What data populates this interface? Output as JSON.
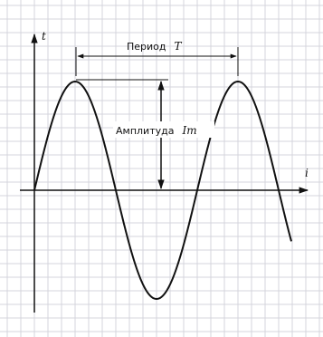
{
  "axes": {
    "vertical_label": "t",
    "horizontal_label": "i"
  },
  "annotations": {
    "period_label": "Период",
    "period_symbol": "T",
    "amplitude_label": "Амплитуда",
    "amplitude_symbol": "Im"
  },
  "colors": {
    "grid": "#d4d4dc",
    "ink": "#111111",
    "background": "#ffffff"
  }
}
